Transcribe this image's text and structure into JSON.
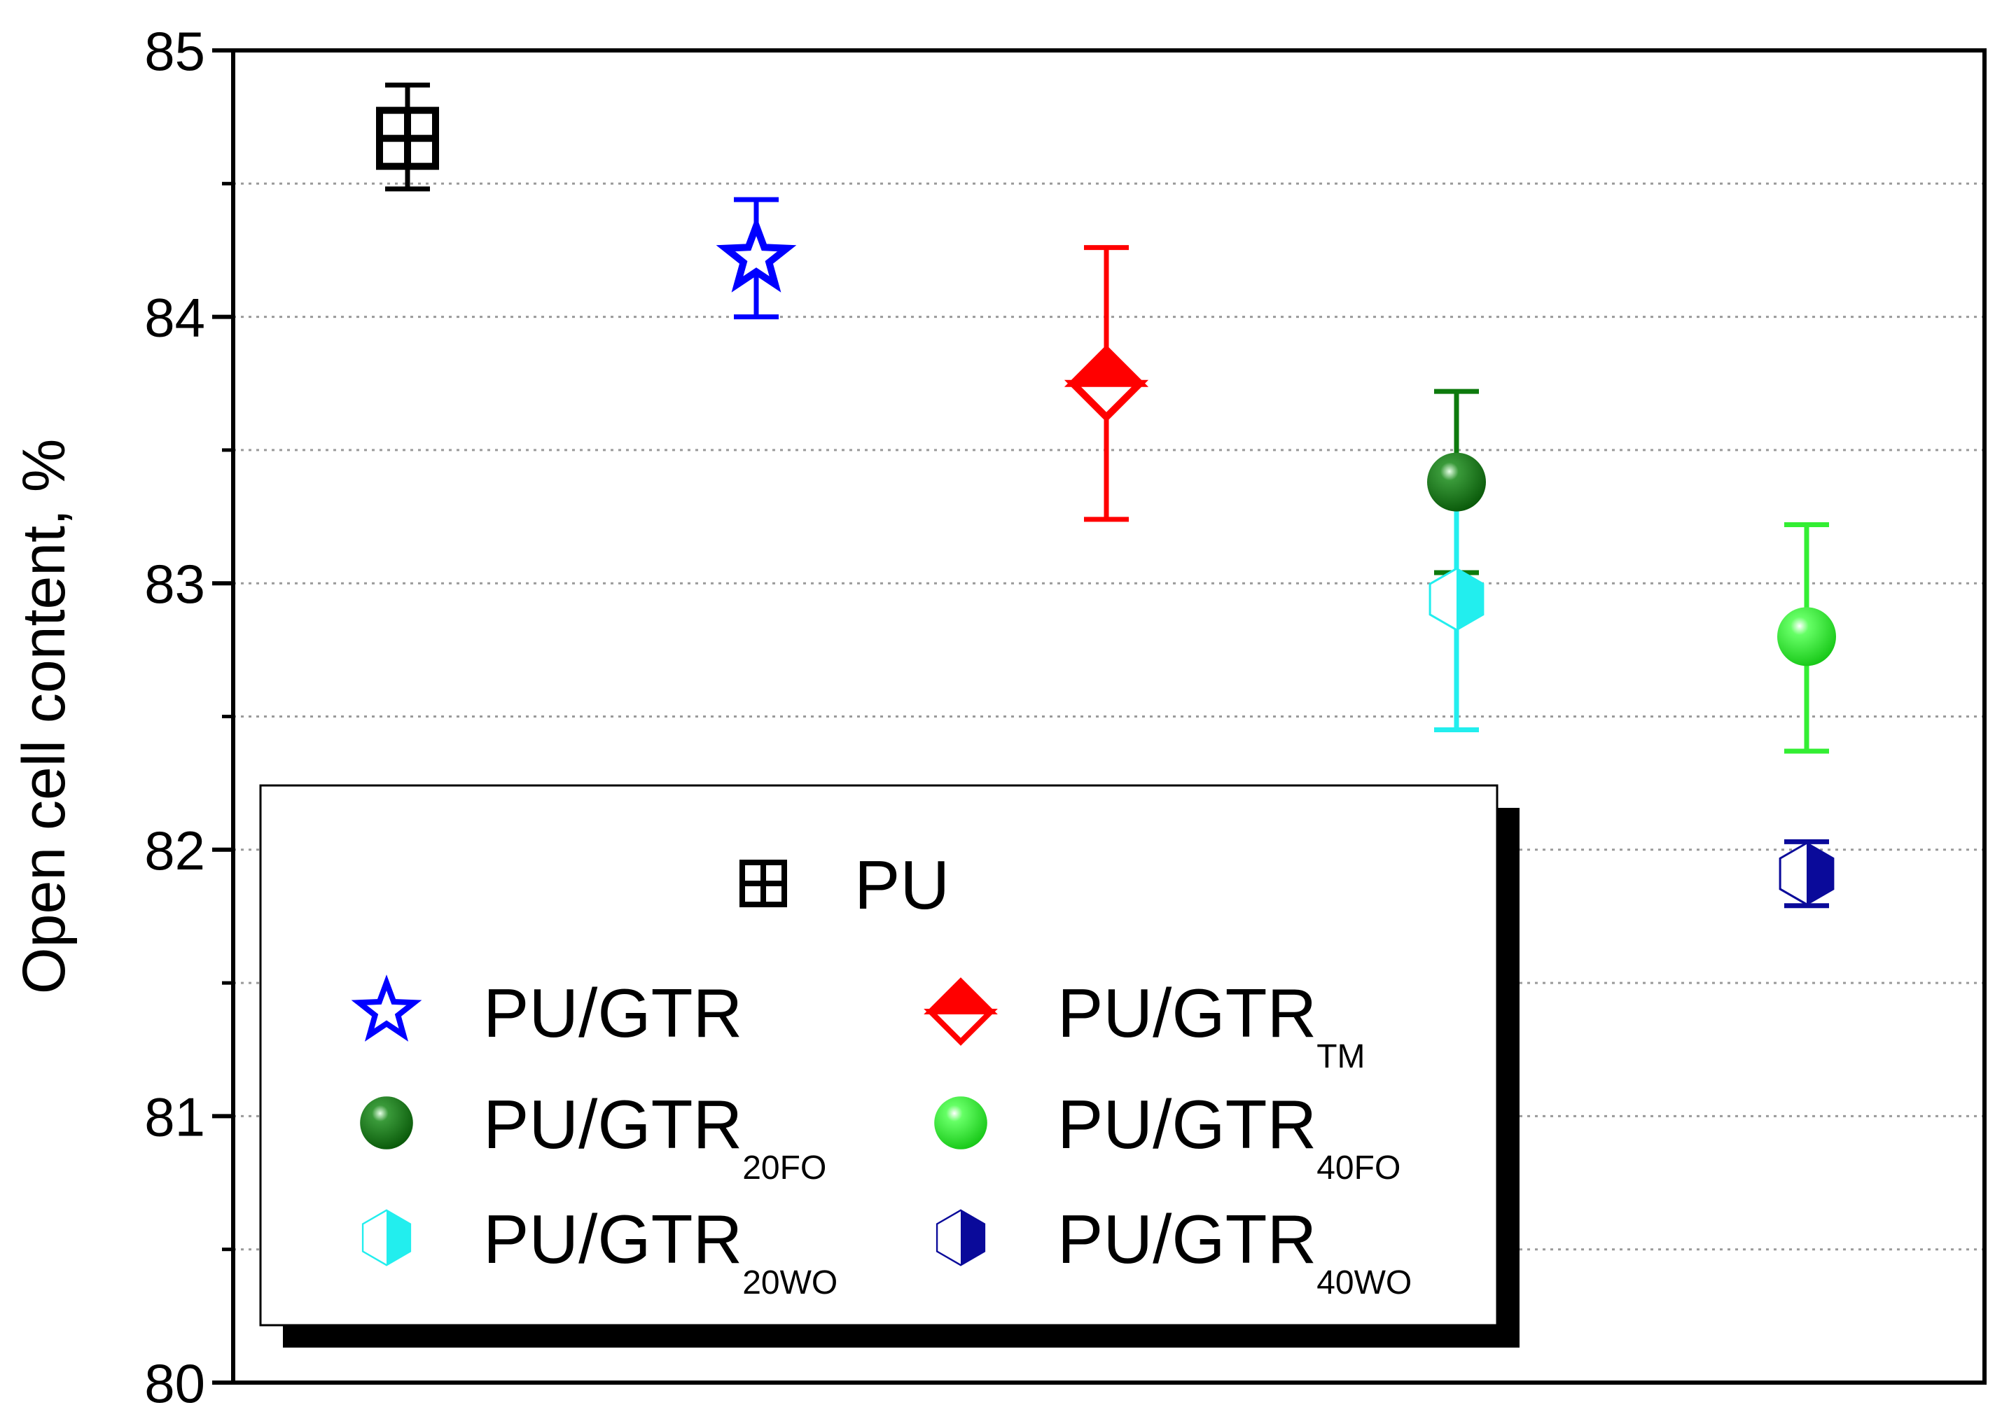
{
  "chart_data": {
    "type": "scatter",
    "title": "",
    "xlabel": "",
    "ylabel": "Open cell content, %",
    "ylim": [
      80,
      85
    ],
    "y_ticks": [
      "80",
      "81",
      "82",
      "83",
      "84",
      "85"
    ],
    "grid": "horizontal dotted",
    "legend_position": "bottom-left (inside)",
    "series": [
      {
        "base": "PU",
        "sub": "",
        "value": 84.67,
        "err_low": 84.48,
        "err_high": 84.87,
        "color": "#000000",
        "marker": "square-grid-icon"
      },
      {
        "base": "PU/GTR",
        "sub": "",
        "value": 84.22,
        "err_low": 84.0,
        "err_high": 84.44,
        "color": "#0000ff",
        "marker": "star-icon"
      },
      {
        "base": "PU/GTR",
        "sub": "TM",
        "value": 83.75,
        "err_low": 83.24,
        "err_high": 84.26,
        "color": "#ff0000",
        "marker": "half-diamond-icon"
      },
      {
        "base": "PU/GTR",
        "sub": "20FO",
        "value": 83.38,
        "err_low": 83.04,
        "err_high": 83.72,
        "color": "#0d7a0d",
        "marker": "sphere-icon"
      },
      {
        "base": "PU/GTR",
        "sub": "40FO",
        "value": 82.8,
        "err_low": 82.37,
        "err_high": 83.22,
        "color": "#33ee33",
        "marker": "sphere-icon"
      },
      {
        "base": "PU/GTR",
        "sub": "20WO",
        "value": 82.94,
        "err_low": 82.45,
        "err_high": 83.42,
        "color": "#22eeee",
        "marker": "half-hexagon-icon"
      },
      {
        "base": "PU/GTR",
        "sub": "40WO",
        "value": 81.91,
        "err_low": 81.79,
        "err_high": 82.03,
        "color": "#0a0a9a",
        "marker": "half-hexagon-icon"
      }
    ]
  }
}
